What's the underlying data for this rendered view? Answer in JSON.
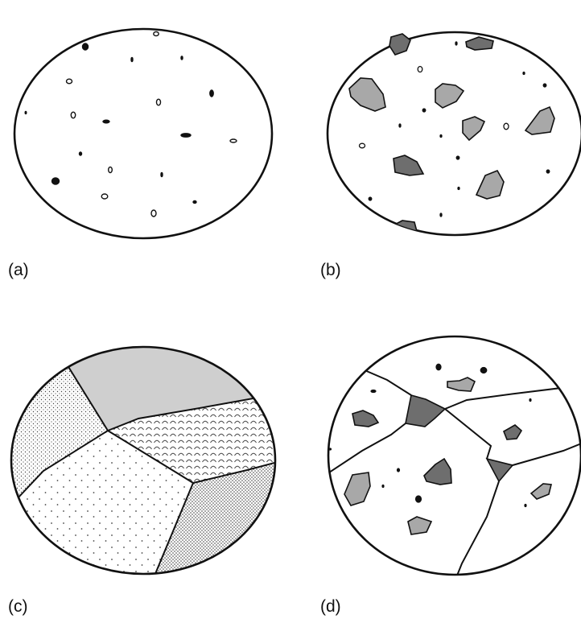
{
  "panels": [
    {
      "id": "a",
      "label": "(a)"
    },
    {
      "id": "b",
      "label": "(b)"
    },
    {
      "id": "c",
      "label": "(c)"
    },
    {
      "id": "d",
      "label": "(d)"
    }
  ],
  "colors": {
    "outline": "#111111",
    "background": "#ffffff",
    "light_gray": "#cfcfcf",
    "medium_gray": "#a8a8a8",
    "dark_gray": "#6e6e6e",
    "dot": "#222222"
  }
}
